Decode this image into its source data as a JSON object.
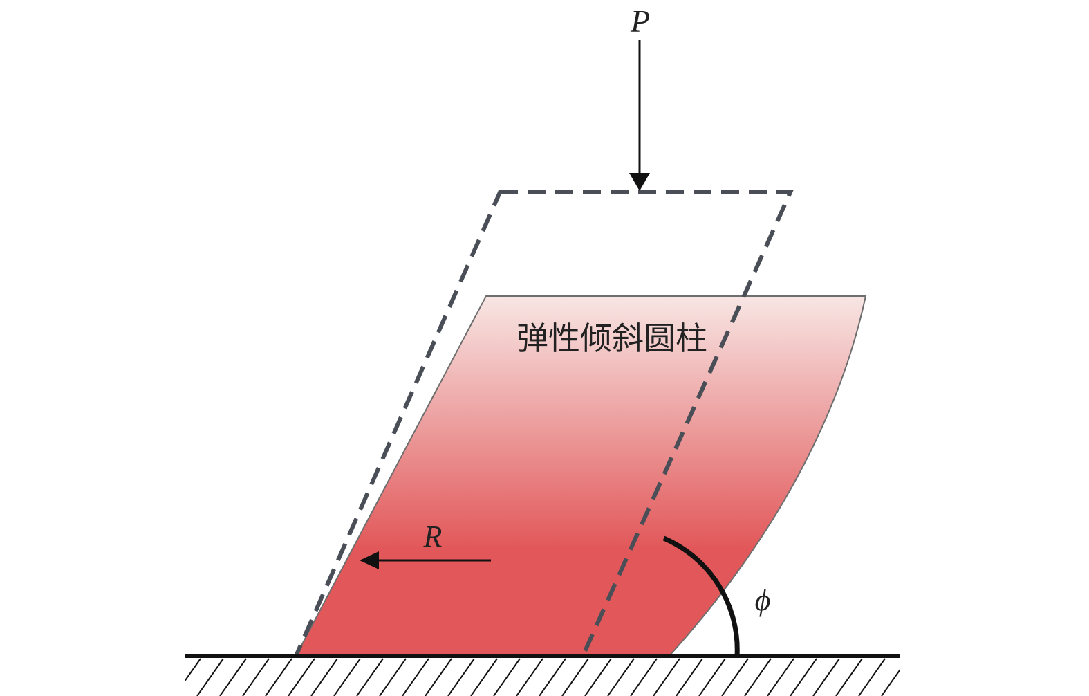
{
  "labels": {
    "load": "P",
    "reaction": "R",
    "angle": "ϕ",
    "body": "弹性倾斜圆柱"
  },
  "colors": {
    "cylinder_top": "#f7e6e4",
    "cylinder_bottom": "#e2585a",
    "dashed_outline": "#4a4e57",
    "ground": "#111111",
    "arrow": "#111111",
    "angle_arc": "#111111"
  },
  "icons": {
    "load_arrow": "arrow-down-icon",
    "reaction_arrow": "arrow-left-icon",
    "ground": "hatched-ground-icon"
  }
}
